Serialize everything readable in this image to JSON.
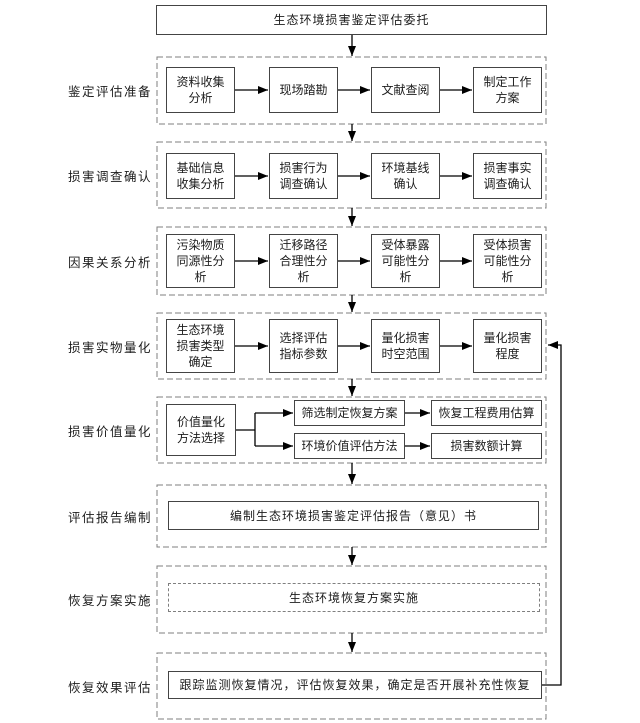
{
  "diagram": {
    "title": "生态环境损害鉴定评估委托",
    "stages": [
      {
        "label": "鉴定评估准备",
        "steps": [
          "资料收集分析",
          "现场踏勘",
          "文献查阅",
          "制定工作方案"
        ]
      },
      {
        "label": "损害调查确认",
        "steps": [
          "基础信息收集分析",
          "损害行为调查确认",
          "环境基线确认",
          "损害事实调查确认"
        ]
      },
      {
        "label": "因果关系分析",
        "steps": [
          "污染物质同源性分析",
          "迁移路径合理性分析",
          "受体暴露可能性分析",
          "受体损害可能性分析"
        ]
      },
      {
        "label": "损害实物量化",
        "steps": [
          "生态环境损害类型确定",
          "选择评估指标参数",
          "量化损害时空范围",
          "量化损害程度"
        ]
      },
      {
        "label": "损害价值量化",
        "steps": [
          "价值量化方法选择",
          "筛选制定恢复方案",
          "环境价值评估方法",
          "恢复工程费用估算",
          "损害数额计算"
        ]
      },
      {
        "label": "评估报告编制",
        "steps": [
          "编制生态环境损害鉴定评估报告（意见）书"
        ]
      },
      {
        "label": "恢复方案实施",
        "steps": [
          "生态环境恢复方案实施"
        ]
      },
      {
        "label": "恢复效果评估",
        "steps": [
          "跟踪监测恢复情况，评估恢复效果，确定是否开展补充性恢复"
        ]
      }
    ],
    "colors": {
      "box_border": "#444444",
      "dashed_border": "#7f7f7f",
      "arrow": "#000000",
      "text": "#1c1c1c",
      "background": "#ffffff"
    }
  }
}
